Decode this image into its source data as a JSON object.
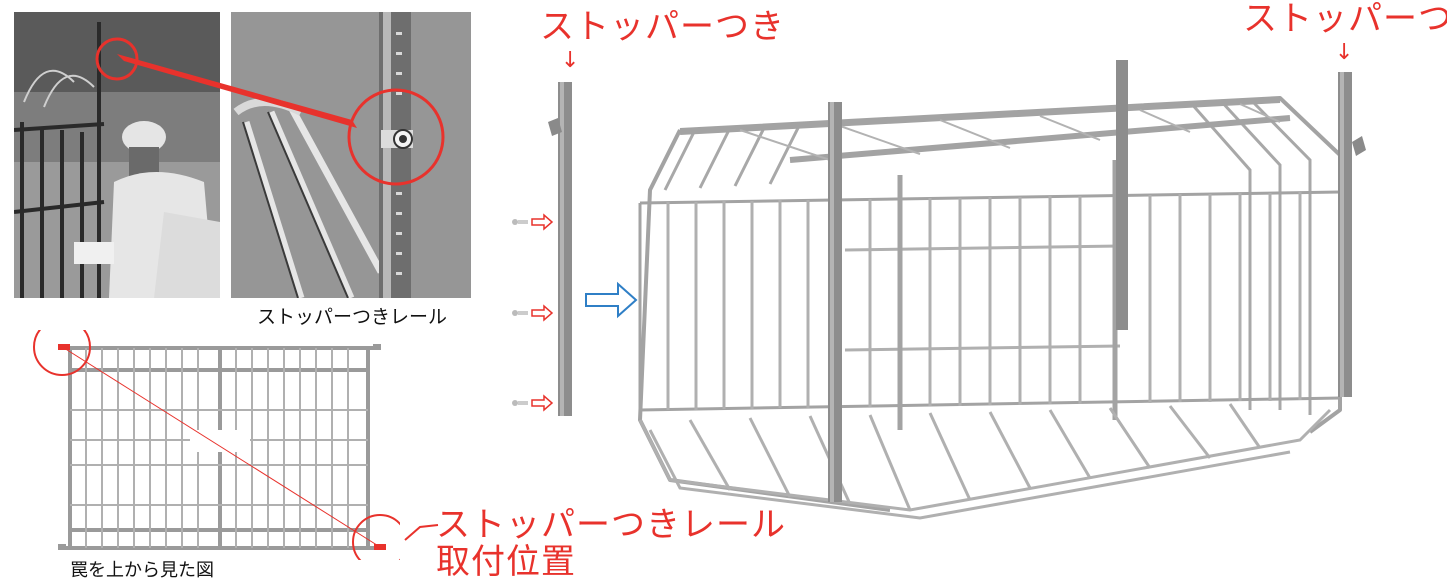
{
  "labels": {
    "stopper_left": "ストッパーつき",
    "stopper_right": "ストッパーつき",
    "rail_caption": "ストッパーつきレール",
    "top_view_caption": "罠を上から見た図",
    "mount_position_line1": "ストッパーつきレール",
    "mount_position_line2": "取付位置"
  },
  "colors": {
    "accent_red": "#e8322c",
    "arrow_blue": "#2f7fc6",
    "cage_gray": "#a3a3a3",
    "rail_gray": "#8d8d8d"
  }
}
